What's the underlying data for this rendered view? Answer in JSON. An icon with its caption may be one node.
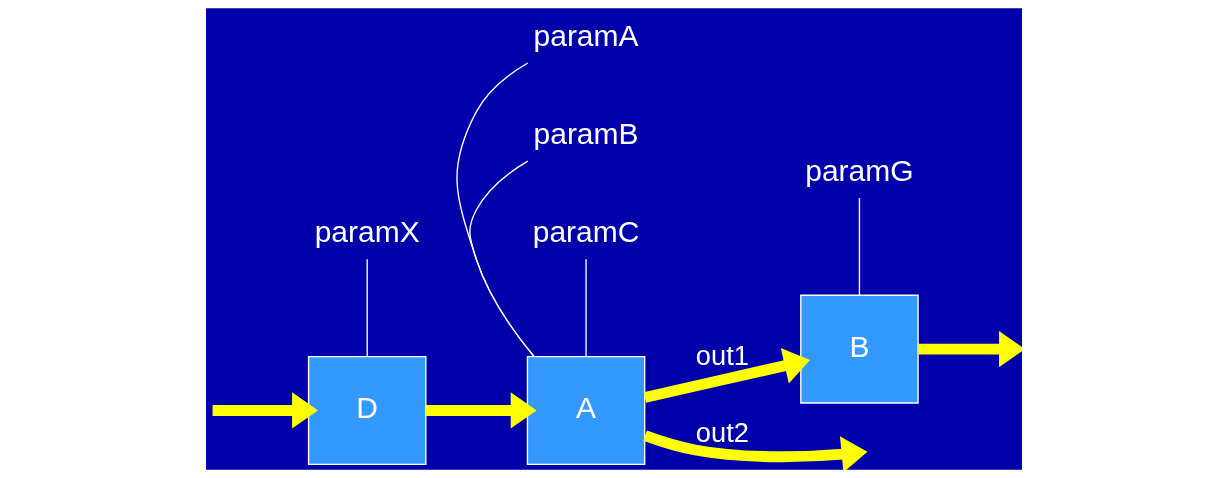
{
  "diagram": {
    "nodes": [
      {
        "text": [
          "D"
        ]
      },
      {
        "text": [
          "A"
        ]
      },
      {
        "text": [
          "B"
        ]
      },
      {
        "text": [
          "paramX"
        ]
      },
      {
        "text": [
          "paramA"
        ]
      },
      {
        "text": [
          "paramB"
        ]
      },
      {
        "text": [
          "paramC"
        ]
      },
      {
        "text": [
          "paramG"
        ]
      }
    ],
    "edges": [
      {
        "from": null,
        "to": 0,
        "arrow": "to",
        "style": "thick",
        "color": "#ffff00"
      },
      {
        "from": 0,
        "to": 1,
        "arrow": "to",
        "style": "thick",
        "color": "#ffff00"
      },
      {
        "from": 1,
        "to": 2,
        "arrow": "to",
        "label": "out1",
        "style": "thick",
        "color": "#ffff00"
      },
      {
        "from": 1,
        "to": null,
        "arrow": "to",
        "label": "out2",
        "style": "thick",
        "color": "#ffff00"
      },
      {
        "from": 2,
        "to": null,
        "arrow": "to",
        "style": "thick",
        "color": "#ffff00"
      },
      {
        "from": 3,
        "to": 0,
        "arrow": "none",
        "color": "#ffffff"
      },
      {
        "from": 4,
        "to": 1,
        "arrow": "none",
        "color": "#ffffff"
      },
      {
        "from": 5,
        "to": 1,
        "arrow": "none",
        "color": "#ffffff"
      },
      {
        "from": 6,
        "to": 1,
        "arrow": "none",
        "color": "#ffffff"
      },
      {
        "from": 7,
        "to": 2,
        "arrow": "none",
        "color": "#ffffff"
      }
    ]
  }
}
